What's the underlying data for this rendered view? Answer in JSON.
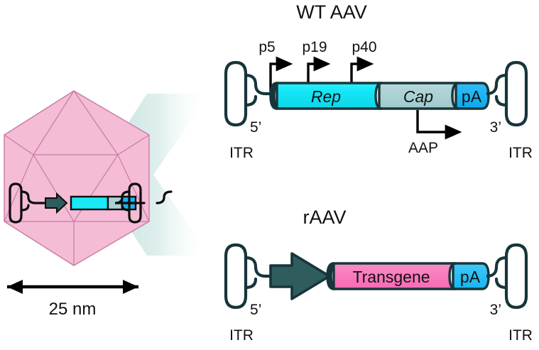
{
  "figure": {
    "background_color": "#ffffff",
    "capsid": {
      "label_scale": "25 nm",
      "fill_color": "#f5bcd5",
      "stroke_color": "#c87ba4",
      "mini_genome": {
        "promoter_arrow_color": "#2f5c5c",
        "segments": [
          {
            "name": "rep",
            "color": "#19e8f5"
          },
          {
            "name": "cap",
            "color": "#a9d2d4"
          },
          {
            "name": "pa",
            "color": "#18b4f0"
          }
        ]
      }
    },
    "pointer": {
      "color_near": "#bfe0dd",
      "color_far": "#ffffff"
    },
    "panels": [
      {
        "id": "wt-aav",
        "title": "WT AAV",
        "promoters": [
          "p5",
          "p19",
          "p40"
        ],
        "orf_label": "AAP",
        "left_itr": {
          "prime": "5’",
          "label": "ITR"
        },
        "right_itr": {
          "prime": "3’",
          "label": "ITR"
        },
        "segments": [
          {
            "name": "rep",
            "label": "Rep",
            "color": "#19e8f5",
            "italic": true
          },
          {
            "name": "cap",
            "label": "Cap",
            "color": "#a9d2d4",
            "italic": true
          },
          {
            "name": "pa",
            "label": "pA",
            "color": "#18b4f0",
            "italic": false
          }
        ],
        "outline_color": "#17353a"
      },
      {
        "id": "raav",
        "title": "rAAV",
        "promoter_arrow_color": "#2f5c5c",
        "left_itr": {
          "prime": "5’",
          "label": "ITR"
        },
        "right_itr": {
          "prime": "3’",
          "label": "ITR"
        },
        "segments": [
          {
            "name": "transgene",
            "label": "Transgene",
            "color": "#f97bbd",
            "italic": false
          },
          {
            "name": "pa",
            "label": "pA",
            "color": "#2ec1f5",
            "italic": false
          }
        ],
        "outline_color": "#17353a"
      }
    ]
  }
}
